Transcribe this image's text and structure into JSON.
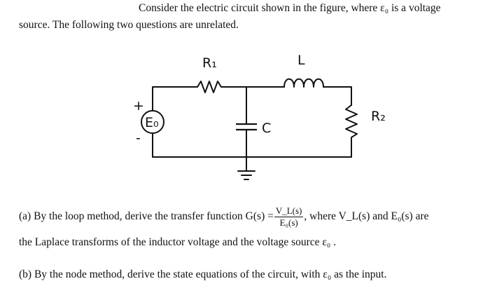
{
  "intro": {
    "line1": "Consider the electric circuit shown in the figure, where ε₀ is a voltage",
    "line2": "source. The following two questions are unrelated."
  },
  "figure": {
    "plus": "+",
    "minus": "-",
    "source": "E₀",
    "r1": "R₁",
    "l": "L",
    "c": "C",
    "r2": "R₂"
  },
  "question_a": {
    "prefix": "(a) By the loop method, derive the transfer function G(s) =",
    "numerator": "V_L(s)",
    "denominator": "E₀(s)",
    "suffix": ", where V_L(s) and E₀(s) are",
    "line2": "the Laplace transforms of the inductor voltage and the voltage source ε₀ ."
  },
  "question_b": {
    "text": "(b) By the node method, derive the state equations of the circuit, with ε₀ as the input."
  }
}
